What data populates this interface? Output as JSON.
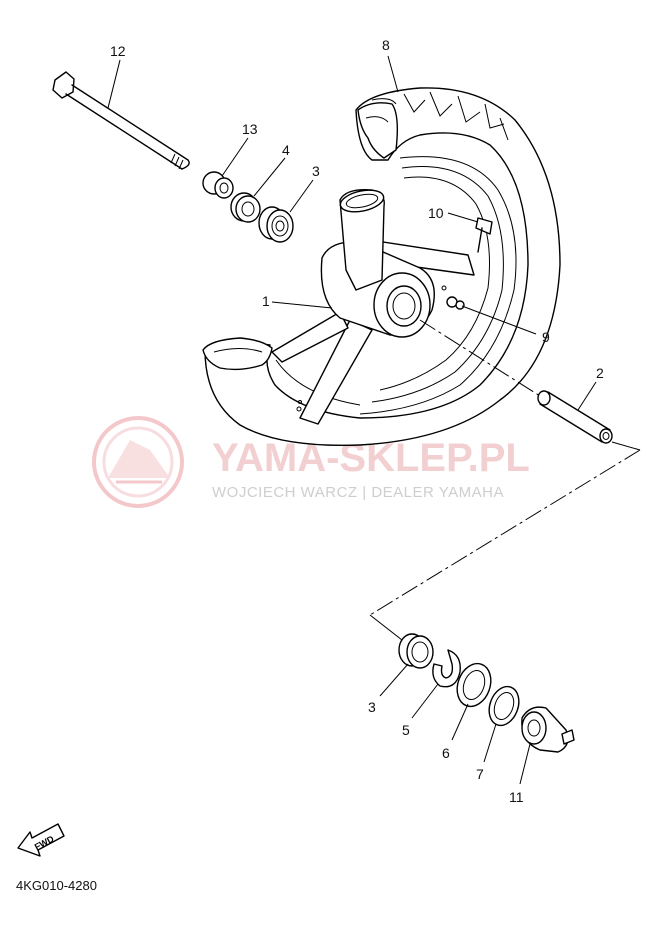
{
  "diagram": {
    "code": "4KG010-4280",
    "fwd_label": "FWD",
    "watermark": {
      "title": "YAMA-SKLEP.PL",
      "subtitle": "WOJCIECH WARCZ | DEALER YAMAHA"
    },
    "callouts": {
      "c1": "1",
      "c2": "2",
      "c3a": "3",
      "c3b": "3",
      "c4": "4",
      "c5": "5",
      "c6": "6",
      "c7": "7",
      "c8": "8",
      "c9": "9",
      "c10": "10",
      "c11": "11",
      "c12": "12",
      "c13": "13"
    }
  }
}
